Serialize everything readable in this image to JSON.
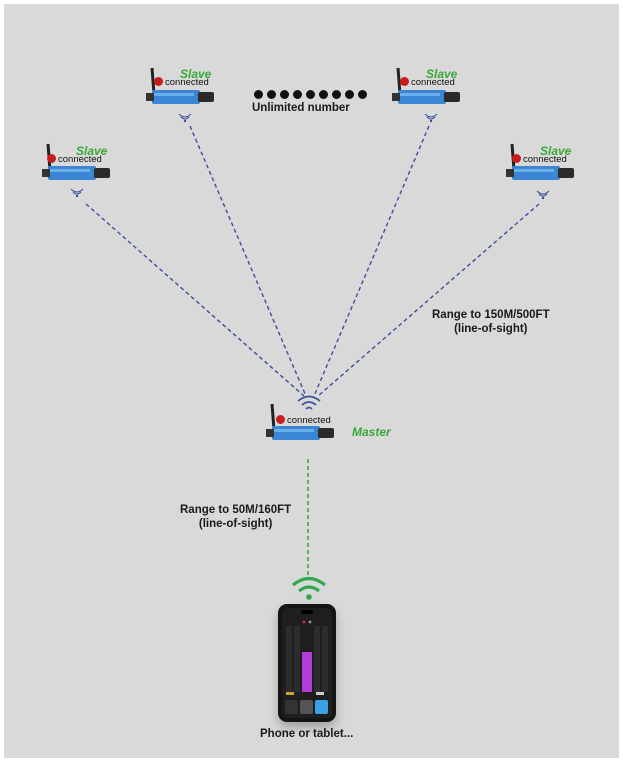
{
  "labels": {
    "slave": "Slave",
    "master": "Master",
    "connected": "connected",
    "unlimited": "Unlimited number",
    "range_slave_1": "Range to 150M/500FT",
    "range_slave_2": "(line-of-sight)",
    "range_master_1": "Range to 50M/160FT",
    "range_master_2": "(line-of-sight)",
    "phone": "Phone or tablet..."
  },
  "colors": {
    "background": "#d9d9d9",
    "link_dashed": "#3a4f9e",
    "phone_link": "#3aa83a",
    "role_text": "#3aa83a",
    "status_dot": "#c81d1d",
    "device_body": "#3a86d4",
    "wifi_phone": "#2fa84f",
    "wifi_master": "#3a4f9e",
    "fader": "#b23ddc"
  },
  "icons": {
    "device": "wireless-dmx-transceiver-icon",
    "device_signal": "signal-waves-icon",
    "master_wifi": "wifi-icon",
    "phone_wifi": "wifi-icon",
    "phone": "smartphone-icon"
  }
}
